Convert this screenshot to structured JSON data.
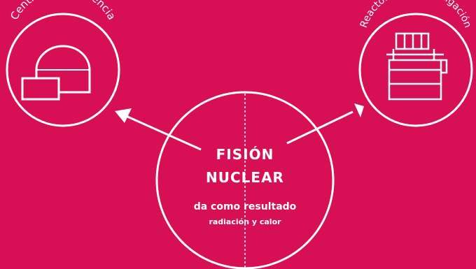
{
  "colors": {
    "background": "#d70f55",
    "foreground": "#ffffff"
  },
  "left_node": {
    "label": "Centrales de potencia",
    "icon": "power-plant-dome-icon"
  },
  "right_node": {
    "label": "Reactores de investigación",
    "icon": "research-reactor-icon"
  },
  "center": {
    "title_line1": "FISIÓN",
    "title_line2": "NUCLEAR",
    "subtitle": "da como resultado",
    "detail": "radiación y calor"
  }
}
